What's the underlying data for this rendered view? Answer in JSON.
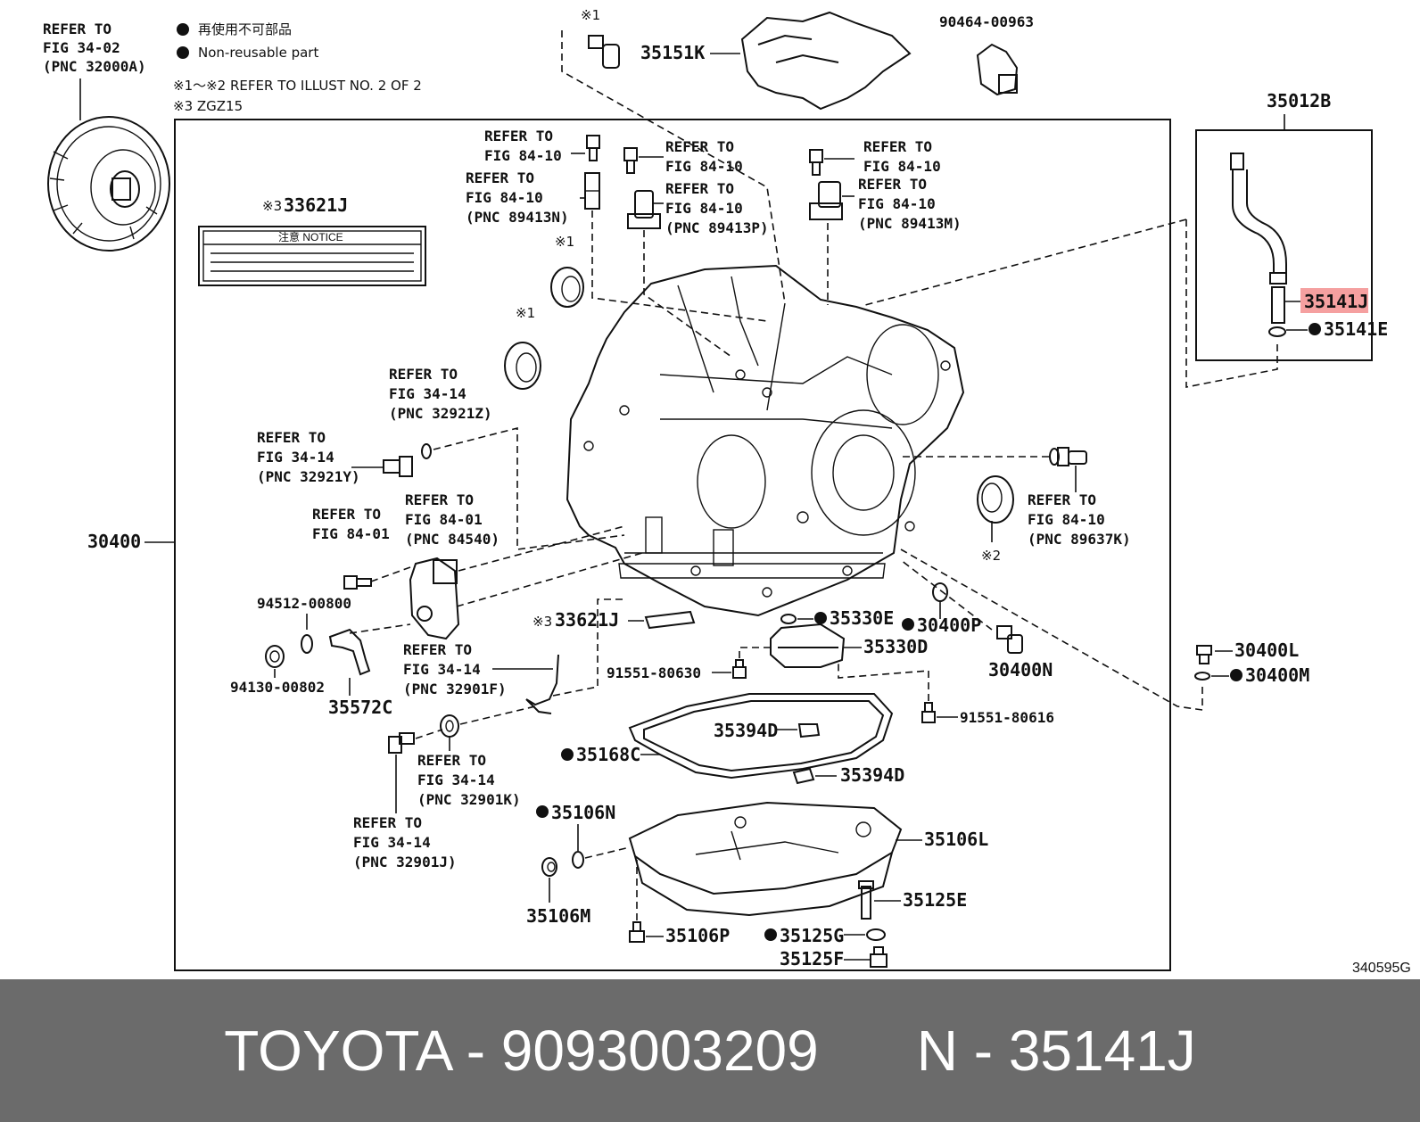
{
  "legend": {
    "jp": "再使用不可部品",
    "en": "Non-reusable part",
    "note1": "※1～※2 REFER TO ILLUST NO. 2 OF 2",
    "note2": "※3 ZGZ15"
  },
  "torque_converter_ref": [
    "REFER TO",
    "FIG 34-02",
    "(PNC 32000A)"
  ],
  "refs": {
    "r89413N_a": [
      "REFER TO",
      "FIG 84-10"
    ],
    "r89413N_b": [
      "REFER TO",
      "FIG 84-10",
      "(PNC 89413N)"
    ],
    "r89413P_a": [
      "REFER TO",
      "FIG 84-10"
    ],
    "r89413P_b": [
      "REFER TO",
      "FIG 84-10",
      "(PNC 89413P)"
    ],
    "r89413M_a": [
      "REFER TO",
      "FIG 84-10"
    ],
    "r89413M_b": [
      "REFER TO",
      "FIG 84-10",
      "(PNC 89413M)"
    ],
    "r32921Z": [
      "REFER TO",
      "FIG 34-14",
      "(PNC 32921Z)"
    ],
    "r32921Y": [
      "REFER TO",
      "FIG 34-14",
      "(PNC 32921Y)"
    ],
    "r8401": [
      "REFER TO",
      "FIG 84-01"
    ],
    "r84540": [
      "REFER TO",
      "FIG 84-01",
      "(PNC 84540)"
    ],
    "r32901F": [
      "REFER TO",
      "FIG 34-14",
      "(PNC 32901F)"
    ],
    "r32901K": [
      "REFER TO",
      "FIG 34-14",
      "(PNC 32901K)"
    ],
    "r32901J": [
      "REFER TO",
      "FIG 34-14",
      "(PNC 32901J)"
    ],
    "r89637K": [
      "REFER TO",
      "FIG 84-10",
      "(PNC 89637K)"
    ]
  },
  "parts": {
    "p35151K": "35151K",
    "p90464": "90464-00963",
    "p35012B": "35012B",
    "p35141J": "35141J",
    "p35141E": "35141E",
    "p33621J_top": "33621J",
    "p33621J_mid": "33621J",
    "p30400": "30400",
    "p94512": "94512-00800",
    "p94130": "94130-00802",
    "p35572C": "35572C",
    "p35330E": "35330E",
    "p30400P": "30400P",
    "p35330D": "35330D",
    "p30400N": "30400N",
    "p91551_80630": "91551-80630",
    "p91551_80616": "91551-80616",
    "p30400L": "30400L",
    "p30400M": "30400M",
    "p35394D_a": "35394D",
    "p35394D_b": "35394D",
    "p35168C": "35168C",
    "p35106N": "35106N",
    "p35106L": "35106L",
    "p35106M": "35106M",
    "p35125E": "35125E",
    "p35106P": "35106P",
    "p35125G": "35125G",
    "p35125F": "35125F"
  },
  "marks": {
    "m1_bolt": "※1",
    "m1_seal_a": "※1",
    "m1_seal_b": "※1",
    "m2_seal": "※2",
    "m3_top": "※3",
    "m3_mid": "※3"
  },
  "notice_label": "注意 NOTICE",
  "illust_id": "340595G",
  "footer": {
    "left": "TOYOTA - 9093003209",
    "right": "N - 35141J"
  },
  "colors": {
    "highlight": "#f5a0a0",
    "footer_bg": "#6b6b6b"
  }
}
